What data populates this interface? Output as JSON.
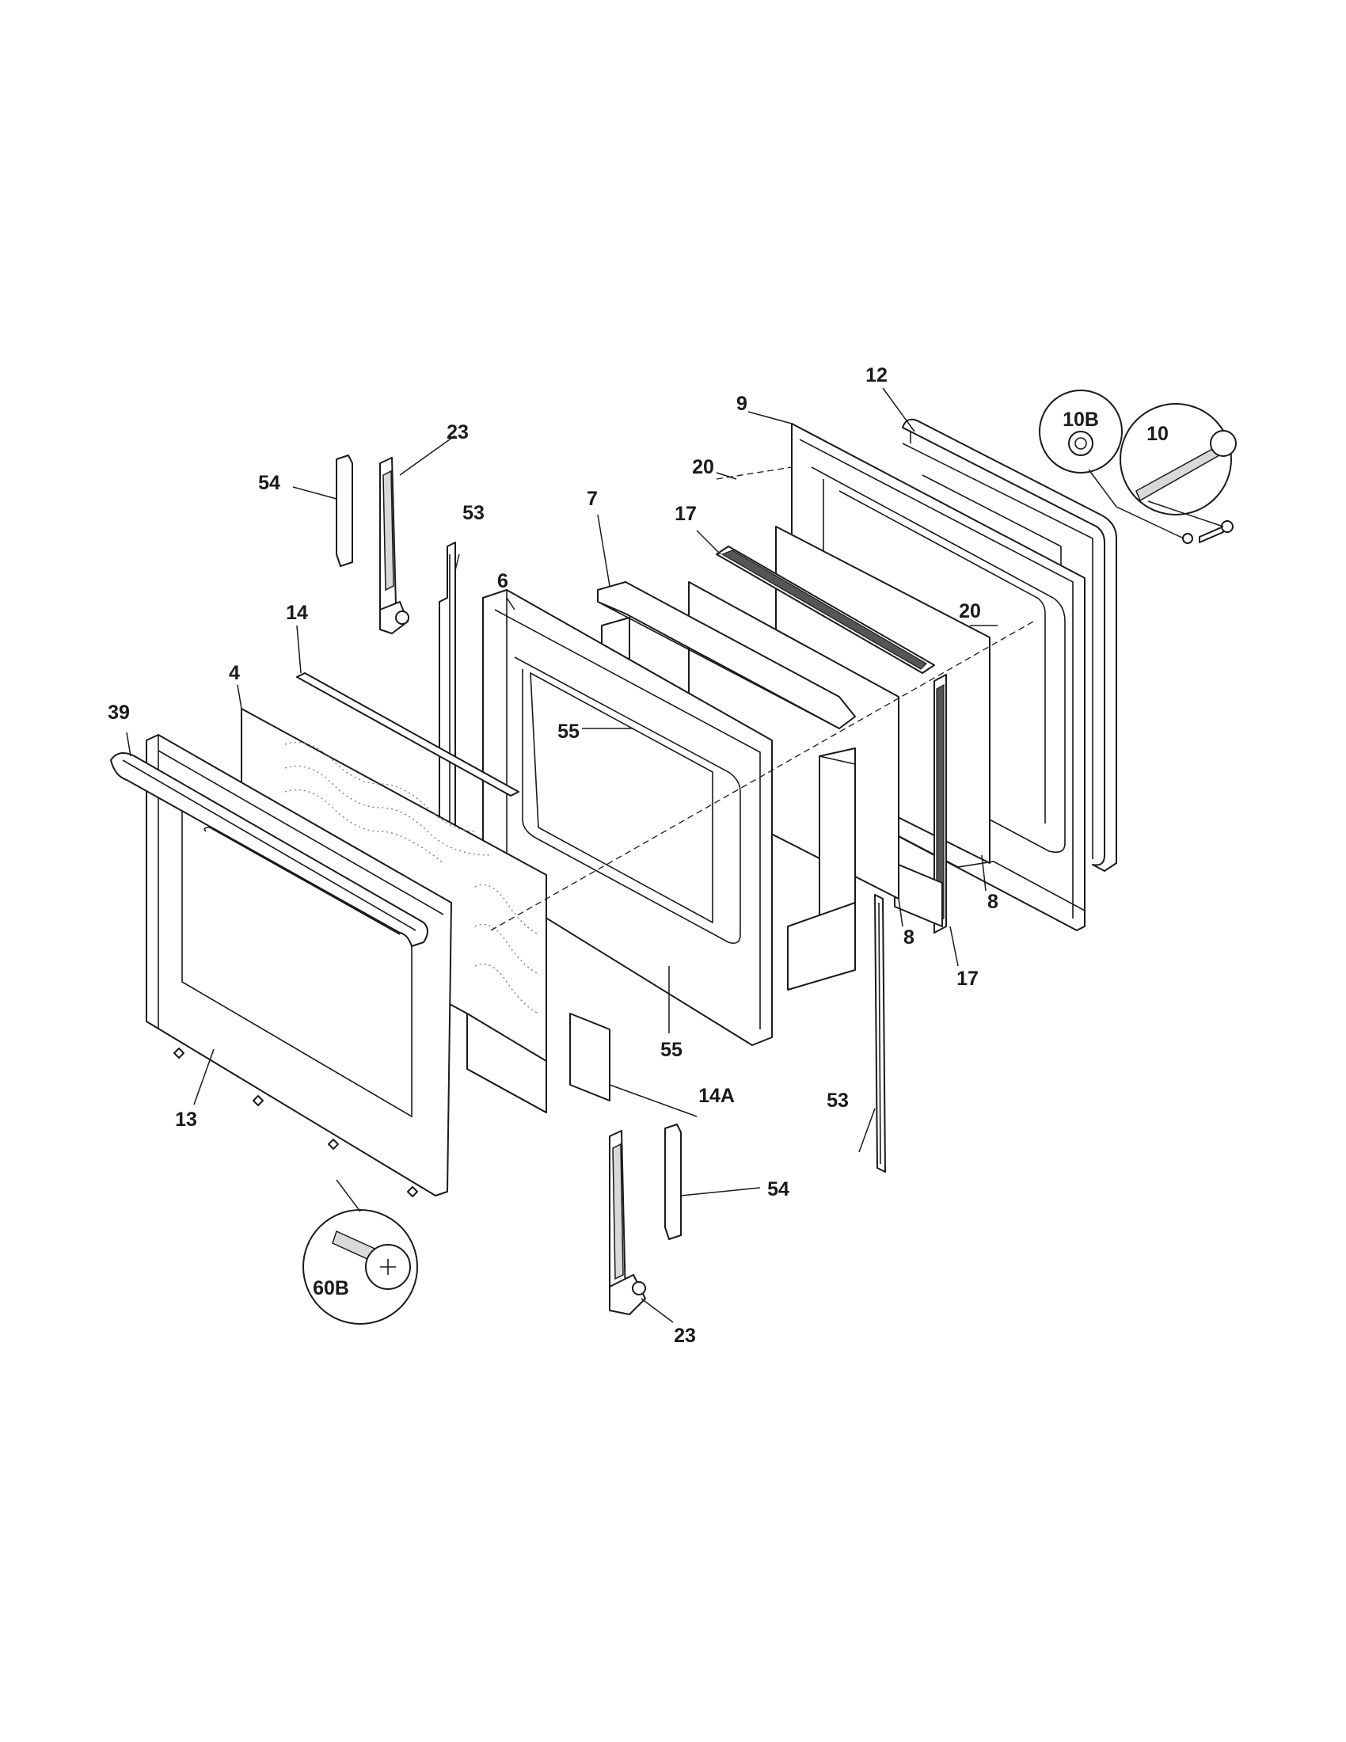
{
  "callouts": {
    "c_10B": "10B",
    "c_10": "10",
    "c_12": "12",
    "c_9": "9",
    "c_20_top": "20",
    "c_23_top": "23",
    "c_54_top": "54",
    "c_53_top": "53",
    "c_7": "7",
    "c_17_top": "17",
    "c_6": "6",
    "c_20_right": "20",
    "c_14": "14",
    "c_4": "4",
    "c_39": "39",
    "c_55_top": "55",
    "c_8_right": "8",
    "c_8_mid": "8",
    "c_17_bottom": "17",
    "c_55_bottom": "55",
    "c_14A": "14A",
    "c_53_bottom": "53",
    "c_13": "13",
    "c_54_bottom": "54",
    "c_60B": "60B",
    "c_23_bottom": "23"
  }
}
